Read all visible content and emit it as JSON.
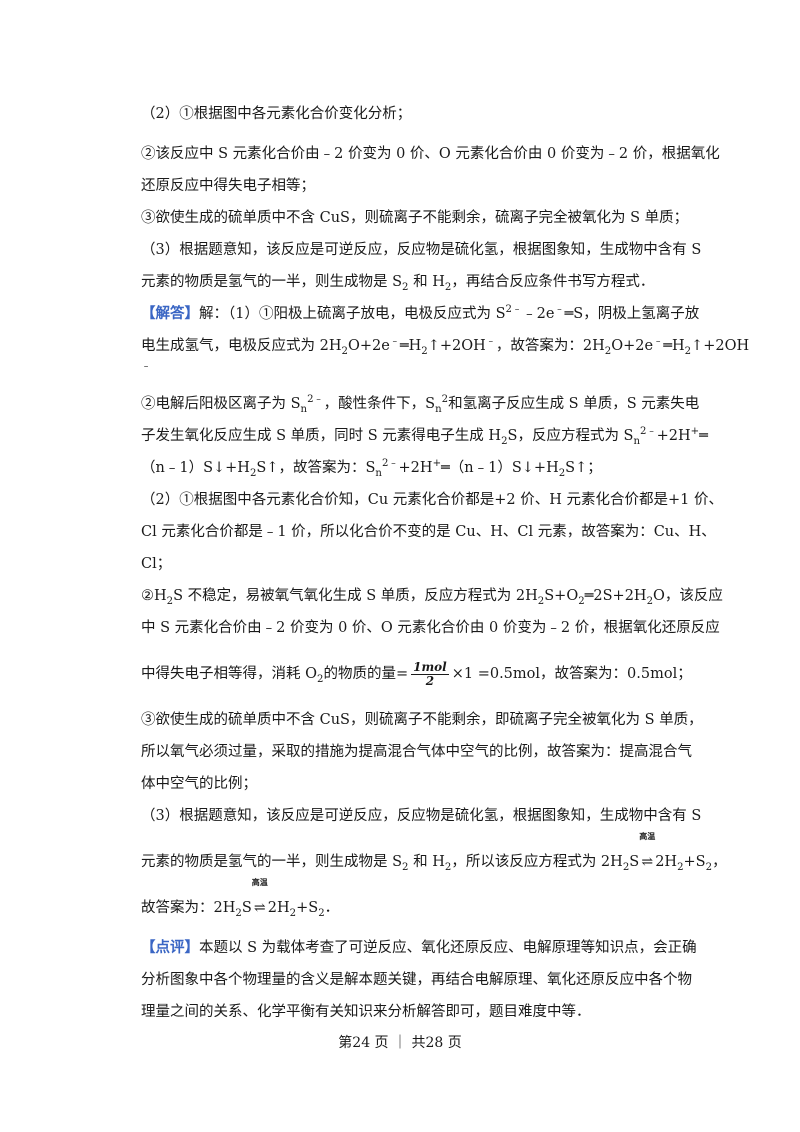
{
  "lines": {
    "l01": "（2）①根据图中各元素化合价变化分析；",
    "l02": "②该反应中 S 元素化合价由﹣2 价变为 0 价、O 元素化合价由 0 价变为﹣2 价，根据氧化",
    "l03": "还原反应中得失电子相等；",
    "l04": "③欲使生成的硫单质中不含 CuS，则硫离子不能剩余，硫离子完全被氧化为 S 单质；",
    "l05": "（3）根据题意知，该反应是可逆反应，反应物是硫化氢，根据图象知，生成物中含有 S",
    "l06a": "元素的物质是氢气的一半，则生成物是 S",
    "l06b": " 和 H",
    "l06c": "，再结合反应条件书写方程式．",
    "l07_tag": "【解答】",
    "l07a": "解：（1）①阳极上硫离子放电，电极反应式为 S",
    "l07b": "﹣2e",
    "l07c": "═S，阴极上氢离子放",
    "l08a": "电生成氢气，电极反应式为 2H",
    "l08b": "O+2e",
    "l08c": "═H",
    "l08d": "↑+2OH",
    "l08e": "，故答案为：2H",
    "l08f": "O+2e",
    "l08g": "═H",
    "l08h": "↑+2OH",
    "l09": "﹣",
    "l10a": "②电解后阳极区离子为 S",
    "l10b": "，酸性条件下，S",
    "l10c": "和氢离子反应生成 S 单质，S 元素失电",
    "l11a": "子发生氧化反应生成 S 单质，同时 S 元素得电子生成 H",
    "l11b": "S，反应方程式为 S",
    "l11c": "+2H",
    "l11d": "═",
    "l12a": "（n﹣1）S↓+H",
    "l12b": "S↑，故答案为：S",
    "l12c": "+2H",
    "l12d": "═（n﹣1）S↓+H",
    "l12e": "S↑；",
    "l13": "（2）①根据图中各元素化合价知，Cu 元素化合价都是+2 价、H 元素化合价都是+1 价、",
    "l14": "Cl 元素化合价都是﹣1 价，所以化合价不变的是 Cu、H、Cl 元素，故答案为：Cu、H、",
    "l15": "Cl；",
    "l16a": "②H",
    "l16b": "S 不稳定，易被氧气氧化生成 S 单质，反应方程式为 2H",
    "l16c": "S+O",
    "l16d": "═2S+2H",
    "l16e": "O，该反应",
    "l17": "中 S 元素化合价由﹣2 价变为 0 价、O 元素化合价由 0 价变为﹣2 价，根据氧化还原反应",
    "l18a": "中得失电子相等得，消耗 O",
    "l18b": "的物质的量=",
    "l18c": "×1 =0.5mol，故答案为：0.5mol；",
    "l19": "③欲使生成的硫单质中不含 CuS，则硫离子不能剩余，即硫离子完全被氧化为 S 单质，",
    "l20": "所以氧气必须过量，采取的措施为提高混合气体中空气的比例，故答案为：提高混合气",
    "l21": "体中空气的比例；",
    "l22": "（3）根据题意知，该反应是可逆反应，反应物是硫化氢，根据图象知，生成物中含有 S",
    "l23a": "元素的物质是氢气的一半，则生成物是 S",
    "l23b": " 和 H",
    "l23c": "，所以该反应方程式为 2H",
    "l23d": "S",
    "l23e": "2H",
    "l23f": "+S",
    "l23g": "，",
    "l24a": "故答案为：2H",
    "l24b": "S",
    "l24c": "2H",
    "l24d": "+S",
    "l24e": "．",
    "l25_tag": "【点评】",
    "l25": "本题以 S 为载体考查了可逆反应、氧化还原反应、电解原理等知识点，会正确",
    "l26": "分析图象中各个物理量的含义是解本题关键，再结合电解原理、氧化还原反应中各个物",
    "l27": "理量之间的关系、化学平衡有关知识来分析解答即可，题目难度中等．"
  },
  "sym": {
    "s2": "2",
    "n": "n",
    "charge_2minus": "2﹣",
    "minus": "﹣",
    "plus": "+",
    "frac_num": "1mol",
    "frac_den": "2",
    "cond": "高温",
    "rev_arrow": "⇌"
  },
  "footer": "第24 页 ｜ 共28 页",
  "colors": {
    "tag": "#3a66c4",
    "text": "#1a1a1a"
  }
}
